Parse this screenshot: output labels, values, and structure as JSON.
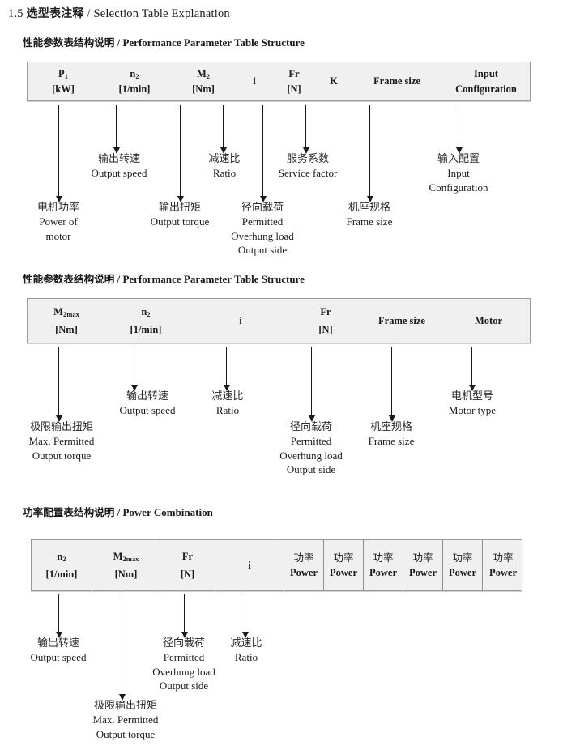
{
  "document": {
    "section_number": "1.5",
    "section_title_cn": "选型表注释",
    "section_title_sep": "/",
    "section_title_en": "Selection Table Explanation"
  },
  "blocks": [
    {
      "heading_cn": "性能参数表结构说明",
      "heading_sep": "/",
      "heading_en": "Performance Parameter Table Structure",
      "table": {
        "columns": [
          {
            "symbol": "P",
            "sub": "1",
            "unit": "[kW]"
          },
          {
            "symbol": "n",
            "sub": "2",
            "unit": "[1/min]"
          },
          {
            "symbol": "M",
            "sub": "2",
            "unit": "[Nm]"
          },
          {
            "symbol": "i",
            "sub": "",
            "unit": ""
          },
          {
            "symbol": "Fr",
            "sub": "",
            "unit": "[N]"
          },
          {
            "symbol": "K",
            "sub": "",
            "unit": ""
          },
          {
            "symbol": "Frame size",
            "sub": "",
            "unit": ""
          },
          {
            "symbol": "Input",
            "sub": "",
            "unit": "Configuration"
          }
        ]
      },
      "annotations": [
        {
          "cn": "电机功率",
          "en": [
            "Power of",
            "motor"
          ]
        },
        {
          "cn": "输出转速",
          "en": [
            "Output speed"
          ]
        },
        {
          "cn": "输出扭矩",
          "en": [
            "Output torque"
          ]
        },
        {
          "cn": "减速比",
          "en": [
            "Ratio"
          ]
        },
        {
          "cn": "径向载荷",
          "en": [
            "Permitted",
            "Overhung load",
            "Output side"
          ]
        },
        {
          "cn": "服务系数",
          "en": [
            "Service factor"
          ]
        },
        {
          "cn": "机座规格",
          "en": [
            "Frame size"
          ]
        },
        {
          "cn": "输入配置",
          "en": [
            "Input",
            "Configuration"
          ]
        }
      ]
    },
    {
      "heading_cn": "性能参数表结构说明",
      "heading_sep": "/",
      "heading_en": "Performance Parameter Table Structure",
      "table": {
        "columns": [
          {
            "symbol": "M",
            "sub": "2max",
            "unit": "[Nm]"
          },
          {
            "symbol": "n",
            "sub": "2",
            "unit": "[1/min]"
          },
          {
            "symbol": "i",
            "sub": "",
            "unit": ""
          },
          {
            "symbol": "Fr",
            "sub": "",
            "unit": "[N]"
          },
          {
            "symbol": "Frame size",
            "sub": "",
            "unit": ""
          },
          {
            "symbol": "Motor",
            "sub": "",
            "unit": ""
          }
        ]
      },
      "annotations": [
        {
          "cn": "极限输出扭矩",
          "en": [
            "Max. Permitted",
            "Output  torque"
          ]
        },
        {
          "cn": "输出转速",
          "en": [
            "Output speed"
          ]
        },
        {
          "cn": "减速比",
          "en": [
            "Ratio"
          ]
        },
        {
          "cn": "径向载荷",
          "en": [
            "Permitted",
            "Overhung load",
            "Output side"
          ]
        },
        {
          "cn": "机座规格",
          "en": [
            "Frame size"
          ]
        },
        {
          "cn": "电机型号",
          "en": [
            "Motor type"
          ]
        }
      ]
    },
    {
      "heading_cn": "功率配置表结构说明",
      "heading_sep": "/",
      "heading_en": "Power Combination",
      "table": {
        "columns": [
          {
            "symbol": "n",
            "sub": "2",
            "unit": "[1/min]"
          },
          {
            "symbol": "M",
            "sub": "2max",
            "unit": "[Nm]"
          },
          {
            "symbol": "Fr",
            "sub": "",
            "unit": "[N]"
          },
          {
            "symbol": "i",
            "sub": "",
            "unit": ""
          },
          {
            "symbol": "功率",
            "sub": "",
            "unit": "Power"
          },
          {
            "symbol": "功率",
            "sub": "",
            "unit": "Power"
          },
          {
            "symbol": "功率",
            "sub": "",
            "unit": "Power"
          },
          {
            "symbol": "功率",
            "sub": "",
            "unit": "Power"
          },
          {
            "symbol": "功率",
            "sub": "",
            "unit": "Power"
          },
          {
            "symbol": "功率",
            "sub": "",
            "unit": "Power"
          }
        ]
      },
      "annotations": [
        {
          "cn": "输出转速",
          "en": [
            "Output speed"
          ]
        },
        {
          "cn": "极限输出扭矩",
          "en": [
            "Max. Permitted",
            "Output  torque"
          ]
        },
        {
          "cn": "径向载荷",
          "en": [
            "Permitted",
            "Overhung load",
            "Output side"
          ]
        },
        {
          "cn": "减速比",
          "en": [
            "Ratio"
          ]
        }
      ]
    }
  ],
  "colors": {
    "table_fill": "#f0f0f0",
    "table_border": "#9a9a9a",
    "text": "#1a1a1a"
  }
}
